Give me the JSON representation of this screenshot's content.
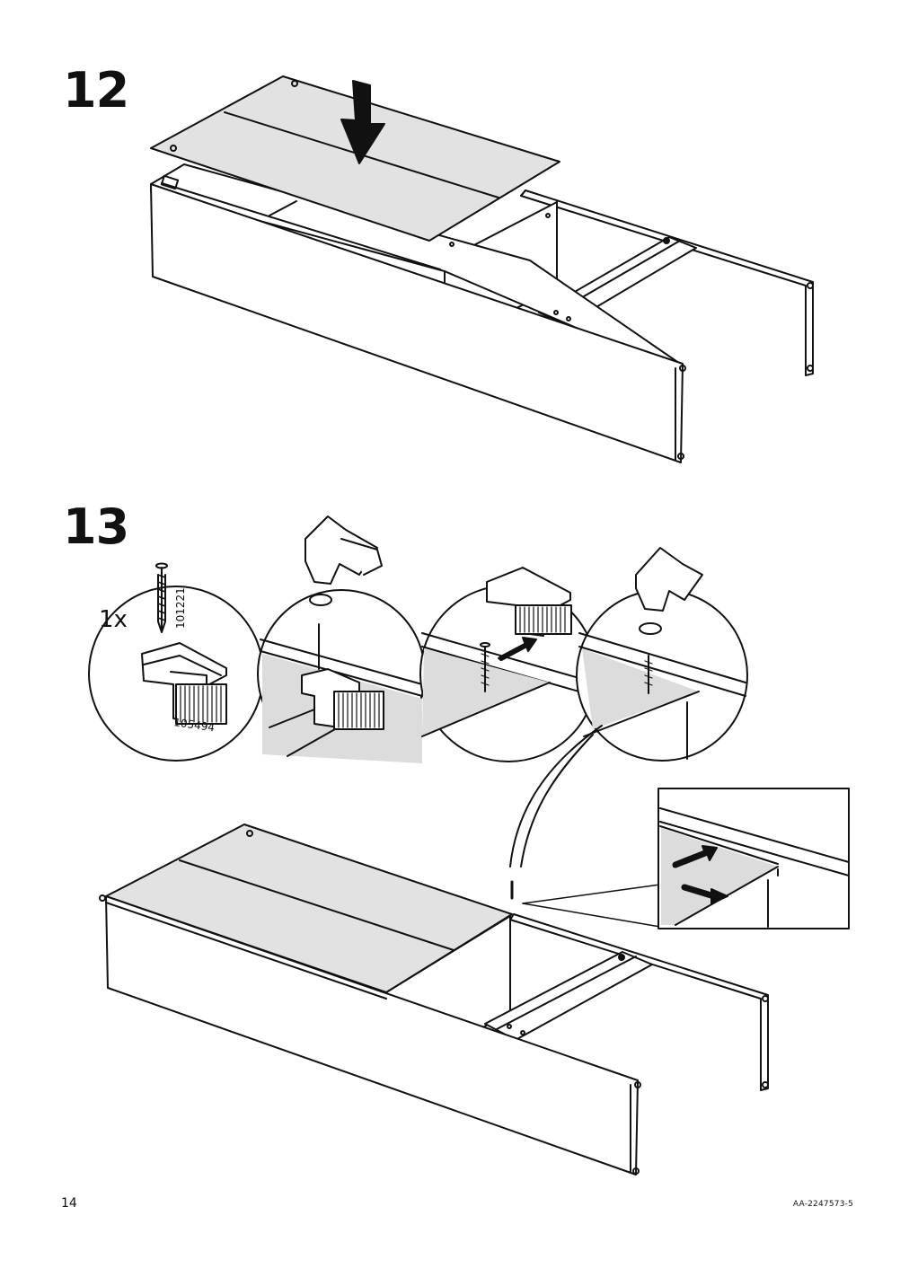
{
  "steps": {
    "step12": {
      "number": "12"
    },
    "step13": {
      "number": "13",
      "quantity": "1x",
      "nail_part": "101221",
      "clip_part": "105494"
    }
  },
  "footer": {
    "page_number": "14",
    "document_code": "AA-2247573-5"
  }
}
